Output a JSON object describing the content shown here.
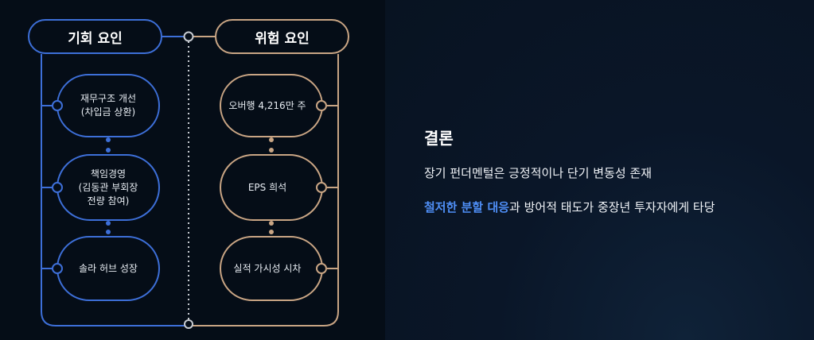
{
  "opportunity": {
    "header": "기회 요인",
    "items": [
      {
        "line1": "재무구조 개선",
        "line2": "(차입금 상환)",
        "line3": ""
      },
      {
        "line1": "책임경영",
        "line2": "(김동관 부회장",
        "line3": "전량 참여)"
      },
      {
        "line1": "솔라 허브 성장",
        "line2": "",
        "line3": ""
      }
    ]
  },
  "risk": {
    "header": "위험 요인",
    "items": [
      {
        "line1": "오버행 4,216만 주",
        "line2": "",
        "line3": ""
      },
      {
        "line1": "EPS 희석",
        "line2": "",
        "line3": ""
      },
      {
        "line1": "실적 가시성 시차",
        "line2": "",
        "line3": ""
      }
    ]
  },
  "conclusion": {
    "title": "결론",
    "line1": "장기 펀더멘털은 긍정적이나 단기 변동성 존재",
    "line2_highlight": "철저한 분할 대응",
    "line2_rest": "과 방어적 태도가 중장년 투자자에게 타당"
  },
  "colors": {
    "opportunity": "#3d6fd8",
    "risk": "#c9a584",
    "divider": "#c8ccd2",
    "highlight": "#4f8ff7"
  }
}
